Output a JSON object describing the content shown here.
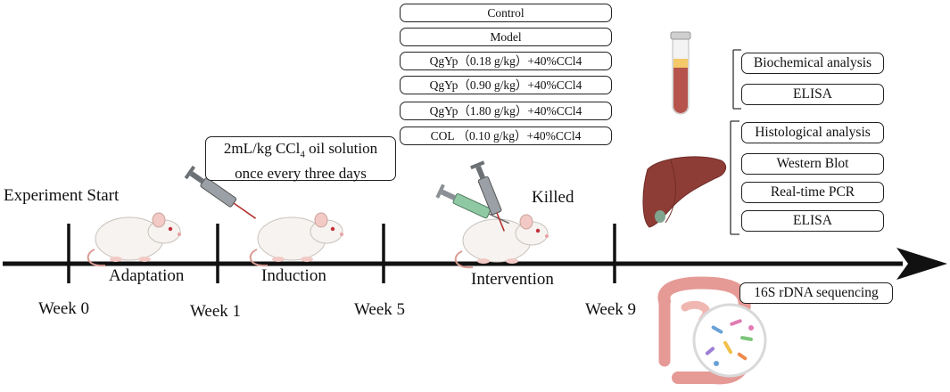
{
  "groups": [
    "Control",
    "Model",
    "QgYp（0.18 g/kg）+40%CCl4",
    "QgYp（0.90 g/kg）+40%CCl4",
    "QgYp（1.80 g/kg）+40%CCl4",
    "COL （0.10 g/kg）+40%CCl4"
  ],
  "induction_note": {
    "line1_prefix": "2mL/kg CCl",
    "line1_sub": "4",
    "line1_suffix": " oil solution",
    "line2": "once every three days"
  },
  "timeline": {
    "start_label": "Experiment Start",
    "phases": {
      "adaptation": "Adaptation",
      "induction": "Induction",
      "intervention": "Intervention",
      "killed": "Killed"
    },
    "weeks": {
      "w0": "Week 0",
      "w1": "Week 1",
      "w5": "Week 5",
      "w9": "Week 9"
    }
  },
  "blood_analyses": [
    "Biochemical analysis",
    "ELISA"
  ],
  "liver_analyses": [
    "Histological analysis",
    "Western Blot",
    "Real-time PCR",
    "ELISA"
  ],
  "gut_analysis": "16S rDNA  sequencing",
  "colors": {
    "line": "#111111",
    "blood": "#b5534c",
    "liver": "#8e3d36",
    "gut": "#e59a95"
  }
}
